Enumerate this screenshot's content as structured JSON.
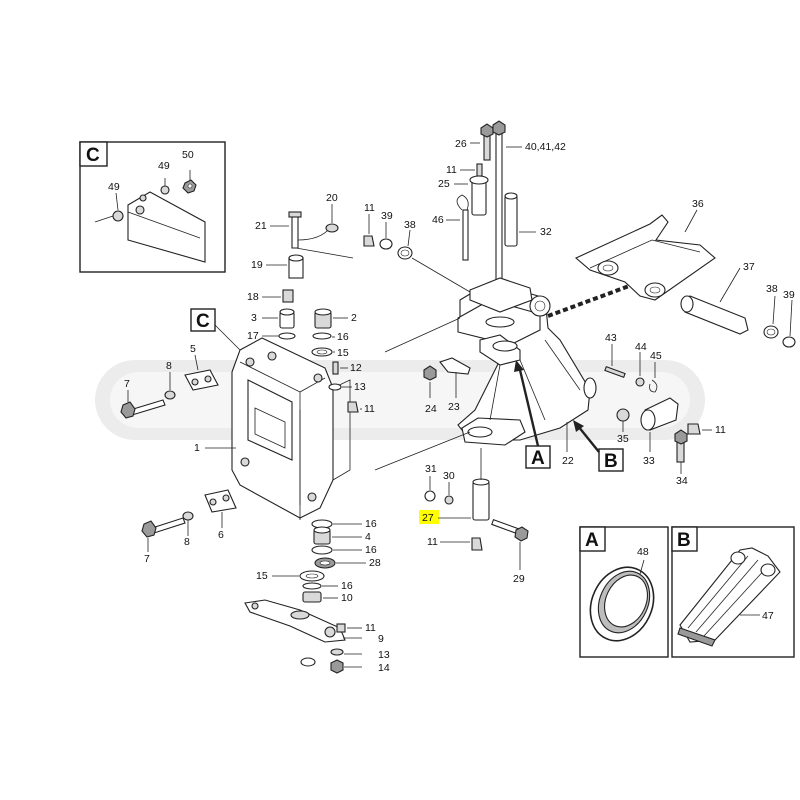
{
  "watermark": "",
  "highlight_color": "#ffff00",
  "callout_letters": {
    "A": "A",
    "B": "B",
    "C": "C"
  },
  "inset_titles": {
    "C": "C",
    "A": "A",
    "B": "B"
  },
  "labels": {
    "l1": "1",
    "l2": "2",
    "l3": "3",
    "l4": "4",
    "l5": "5",
    "l6": "6",
    "l7a": "7",
    "l7b": "7",
    "l8a": "8",
    "l8b": "8",
    "l9": "9",
    "l10": "10",
    "l11a": "11",
    "l11b": "11",
    "l11c": "11",
    "l11d": "11",
    "l11e": "11",
    "l11f": "11",
    "l12": "12",
    "l13a": "13",
    "l13b": "13",
    "l14": "14",
    "l15a": "15",
    "l15b": "15",
    "l16a": "16",
    "l16b": "16",
    "l16c": "16",
    "l16d": "16",
    "l17": "17",
    "l18": "18",
    "l19": "19",
    "l20": "20",
    "l21": "21",
    "l22": "22",
    "l23": "23",
    "l24": "24",
    "l25": "25",
    "l26": "26",
    "l27": "27",
    "l28": "28",
    "l29": "29",
    "l30": "30",
    "l31": "31",
    "l32": "32",
    "l33": "33",
    "l34": "34",
    "l35": "35",
    "l36": "36",
    "l37": "37",
    "l38a": "38",
    "l38b": "38",
    "l39a": "39",
    "l39b": "39",
    "l40": "40,41,42",
    "l43": "43",
    "l44": "44",
    "l45": "45",
    "l46": "46",
    "l47": "47",
    "l48": "48",
    "l49a": "49",
    "l49b": "49",
    "l50": "50"
  }
}
